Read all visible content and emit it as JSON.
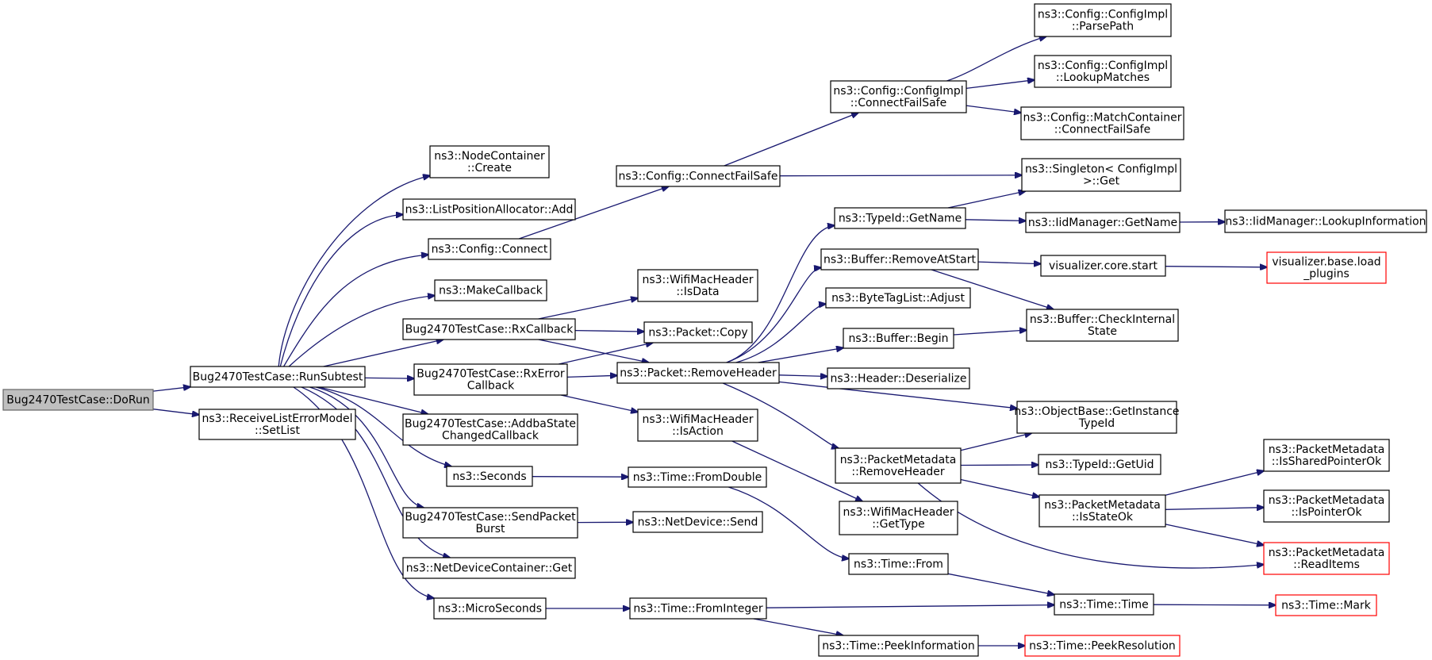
{
  "colors": {
    "edge": "#191970",
    "node_border": "#000000",
    "node_fill": "#ffffff",
    "root_fill": "#bfbfbf",
    "root_border": "#666666",
    "truncated_border": "#ff0000"
  },
  "nodes": [
    {
      "id": "dorun",
      "lines": [
        "Bug2470TestCase::DoRun"
      ]
    },
    {
      "id": "runsubtest",
      "lines": [
        "Bug2470TestCase::RunSubtest"
      ]
    },
    {
      "id": "setlist",
      "lines": [
        "ns3::ReceiveListErrorModel",
        "::SetList"
      ]
    },
    {
      "id": "nc_create",
      "lines": [
        "ns3::NodeContainer",
        "::Create"
      ]
    },
    {
      "id": "lpa_add",
      "lines": [
        "ns3::ListPositionAllocator::Add"
      ]
    },
    {
      "id": "cfg_connect",
      "lines": [
        "ns3::Config::Connect"
      ]
    },
    {
      "id": "makecallback",
      "lines": [
        "ns3::MakeCallback"
      ]
    },
    {
      "id": "rxcallback",
      "lines": [
        "Bug2470TestCase::RxCallback"
      ]
    },
    {
      "id": "rxerrcb",
      "lines": [
        "Bug2470TestCase::RxError",
        "Callback"
      ]
    },
    {
      "id": "addba",
      "lines": [
        "Bug2470TestCase::AddbaState",
        "ChangedCallback"
      ]
    },
    {
      "id": "seconds",
      "lines": [
        "ns3::Seconds"
      ]
    },
    {
      "id": "sendburst",
      "lines": [
        "Bug2470TestCase::SendPacket",
        "Burst"
      ]
    },
    {
      "id": "ndc_get",
      "lines": [
        "ns3::NetDeviceContainer::Get"
      ]
    },
    {
      "id": "microseconds",
      "lines": [
        "ns3::MicroSeconds"
      ]
    },
    {
      "id": "cfg_cfs",
      "lines": [
        "ns3::Config::ConnectFailSafe"
      ]
    },
    {
      "id": "wmh_isdata",
      "lines": [
        "ns3::WifiMacHeader",
        "::IsData"
      ]
    },
    {
      "id": "pkt_copy",
      "lines": [
        "ns3::Packet::Copy"
      ]
    },
    {
      "id": "pkt_rmhdr",
      "lines": [
        "ns3::Packet::RemoveHeader"
      ]
    },
    {
      "id": "wmh_isaction",
      "lines": [
        "ns3::WifiMacHeader",
        "::IsAction"
      ]
    },
    {
      "id": "time_fromdouble",
      "lines": [
        "ns3::Time::FromDouble"
      ]
    },
    {
      "id": "nd_send",
      "lines": [
        "ns3::NetDevice::Send"
      ]
    },
    {
      "id": "time_fromint",
      "lines": [
        "ns3::Time::FromInteger"
      ]
    },
    {
      "id": "ci_cfs",
      "lines": [
        "ns3::Config::ConfigImpl",
        "::ConnectFailSafe"
      ]
    },
    {
      "id": "tid_getname",
      "lines": [
        "ns3::TypeId::GetName"
      ]
    },
    {
      "id": "buf_rmstart",
      "lines": [
        "ns3::Buffer::RemoveAtStart"
      ]
    },
    {
      "id": "btl_adjust",
      "lines": [
        "ns3::ByteTagList::Adjust"
      ]
    },
    {
      "id": "buf_begin",
      "lines": [
        "ns3::Buffer::Begin"
      ]
    },
    {
      "id": "hdr_deser",
      "lines": [
        "ns3::Header::Deserialize"
      ]
    },
    {
      "id": "pm_rmhdr",
      "lines": [
        "ns3::PacketMetadata",
        "::RemoveHeader"
      ]
    },
    {
      "id": "wmh_gettype",
      "lines": [
        "ns3::WifiMacHeader",
        "::GetType"
      ]
    },
    {
      "id": "time_from",
      "lines": [
        "ns3::Time::From"
      ]
    },
    {
      "id": "time_peekinfo",
      "lines": [
        "ns3::Time::PeekInformation"
      ]
    },
    {
      "id": "ci_parsepath",
      "lines": [
        "ns3::Config::ConfigImpl",
        "::ParsePath"
      ]
    },
    {
      "id": "ci_lookup",
      "lines": [
        "ns3::Config::ConfigImpl",
        "::LookupMatches"
      ]
    },
    {
      "id": "mc_cfs",
      "lines": [
        "ns3::Config::MatchContainer",
        "::ConnectFailSafe"
      ]
    },
    {
      "id": "singleton_get",
      "lines": [
        "ns3::Singleton< ConfigImpl",
        ">::Get"
      ]
    },
    {
      "id": "iid_getname",
      "lines": [
        "ns3::IidManager::GetName"
      ]
    },
    {
      "id": "vis_start",
      "lines": [
        "visualizer.core.start"
      ]
    },
    {
      "id": "buf_checkint",
      "lines": [
        "ns3::Buffer::CheckInternal",
        "State"
      ]
    },
    {
      "id": "ob_getinst",
      "lines": [
        "ns3::ObjectBase::GetInstance",
        "TypeId"
      ]
    },
    {
      "id": "tid_getuid",
      "lines": [
        "ns3::TypeId::GetUid"
      ]
    },
    {
      "id": "pm_isstateok",
      "lines": [
        "ns3::PacketMetadata",
        "::IsStateOk"
      ]
    },
    {
      "id": "time_time",
      "lines": [
        "ns3::Time::Time"
      ]
    },
    {
      "id": "time_peekres",
      "lines": [
        "ns3::Time::PeekResolution"
      ]
    },
    {
      "id": "iid_lookupinfo",
      "lines": [
        "ns3::IidManager::LookupInformation"
      ]
    },
    {
      "id": "vis_loadplugins",
      "lines": [
        "visualizer.base.load",
        "_plugins"
      ]
    },
    {
      "id": "pm_isshared",
      "lines": [
        "ns3::PacketMetadata",
        "::IsSharedPointerOk"
      ]
    },
    {
      "id": "pm_ispointer",
      "lines": [
        "ns3::PacketMetadata",
        "::IsPointerOk"
      ]
    },
    {
      "id": "pm_readitems",
      "lines": [
        "ns3::PacketMetadata",
        "::ReadItems"
      ]
    },
    {
      "id": "time_mark",
      "lines": [
        "ns3::Time::Mark"
      ]
    }
  ],
  "edges": [
    [
      "dorun",
      "runsubtest"
    ],
    [
      "dorun",
      "setlist"
    ],
    [
      "runsubtest",
      "nc_create"
    ],
    [
      "runsubtest",
      "lpa_add"
    ],
    [
      "runsubtest",
      "cfg_connect"
    ],
    [
      "runsubtest",
      "makecallback"
    ],
    [
      "runsubtest",
      "rxcallback"
    ],
    [
      "runsubtest",
      "rxerrcb"
    ],
    [
      "runsubtest",
      "addba"
    ],
    [
      "runsubtest",
      "seconds"
    ],
    [
      "runsubtest",
      "sendburst"
    ],
    [
      "runsubtest",
      "ndc_get"
    ],
    [
      "runsubtest",
      "microseconds"
    ],
    [
      "cfg_connect",
      "cfg_cfs"
    ],
    [
      "rxcallback",
      "wmh_isdata"
    ],
    [
      "rxcallback",
      "pkt_copy"
    ],
    [
      "rxcallback",
      "pkt_rmhdr"
    ],
    [
      "rxerrcb",
      "pkt_copy"
    ],
    [
      "rxerrcb",
      "pkt_rmhdr"
    ],
    [
      "rxerrcb",
      "wmh_isaction"
    ],
    [
      "seconds",
      "time_fromdouble"
    ],
    [
      "sendburst",
      "nd_send"
    ],
    [
      "microseconds",
      "time_fromint"
    ],
    [
      "cfg_cfs",
      "ci_cfs"
    ],
    [
      "cfg_cfs",
      "singleton_get"
    ],
    [
      "ci_cfs",
      "ci_parsepath"
    ],
    [
      "ci_cfs",
      "ci_lookup"
    ],
    [
      "ci_cfs",
      "mc_cfs"
    ],
    [
      "pkt_rmhdr",
      "tid_getname"
    ],
    [
      "pkt_rmhdr",
      "buf_rmstart"
    ],
    [
      "pkt_rmhdr",
      "btl_adjust"
    ],
    [
      "pkt_rmhdr",
      "buf_begin"
    ],
    [
      "pkt_rmhdr",
      "hdr_deser"
    ],
    [
      "pkt_rmhdr",
      "ob_getinst"
    ],
    [
      "pkt_rmhdr",
      "pm_rmhdr"
    ],
    [
      "wmh_isaction",
      "wmh_gettype"
    ],
    [
      "time_fromdouble",
      "time_from"
    ],
    [
      "time_fromint",
      "time_time"
    ],
    [
      "time_fromint",
      "time_peekinfo"
    ],
    [
      "tid_getname",
      "singleton_get"
    ],
    [
      "tid_getname",
      "iid_getname"
    ],
    [
      "iid_getname",
      "iid_lookupinfo"
    ],
    [
      "buf_rmstart",
      "vis_start"
    ],
    [
      "buf_rmstart",
      "buf_checkint"
    ],
    [
      "vis_start",
      "vis_loadplugins"
    ],
    [
      "buf_begin",
      "buf_checkint"
    ],
    [
      "pm_rmhdr",
      "ob_getinst"
    ],
    [
      "pm_rmhdr",
      "tid_getuid"
    ],
    [
      "pm_rmhdr",
      "pm_isstateok"
    ],
    [
      "pm_rmhdr",
      "pm_readitems"
    ],
    [
      "pm_isstateok",
      "pm_isshared"
    ],
    [
      "pm_isstateok",
      "pm_ispointer"
    ],
    [
      "pm_isstateok",
      "pm_readitems"
    ],
    [
      "time_from",
      "time_time"
    ],
    [
      "time_time",
      "time_mark"
    ],
    [
      "time_peekinfo",
      "time_peekres"
    ]
  ],
  "root_node": "dorun",
  "truncated_nodes": [
    "vis_loadplugins",
    "pm_readitems",
    "time_mark",
    "time_peekres"
  ]
}
